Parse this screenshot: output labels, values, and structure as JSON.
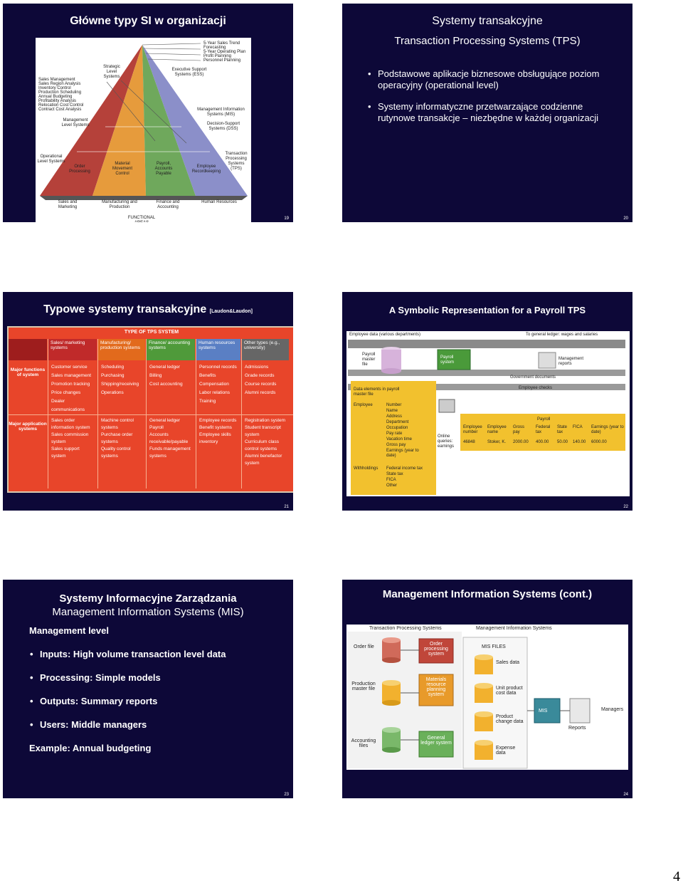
{
  "page_number": "4",
  "slides": {
    "s19": {
      "title": "Główne typy SI w organizacji",
      "number": "19",
      "pyramid": {
        "top_labels": [
          "5-Year Sales Trend",
          "Forecasting",
          "5-Year Operating Plan",
          "Profit Planning",
          "Personnel Planning"
        ],
        "ess": "Executive Support Systems (ESS)",
        "strategic": "Strategic Level Systems",
        "left_list": [
          "Sales Management",
          "Sales Region Analysis",
          "Inventory Control",
          "Production Scheduling",
          "Annual Budgeting",
          "Profitability Analysis",
          "Relocation Cost Control",
          "Contract Cost Analysis"
        ],
        "mis": "Management Information Systems (MIS)",
        "management": "Management Level Systems",
        "dss": "Decision-Support Systems (DSS)",
        "operational": "Operational Level Systems",
        "tps": "Transaction Processing Systems (TPS)",
        "bottom_cells": [
          "Order Processing",
          "Material Movement Control",
          "Payroll, Accounts Payable",
          "Employee Recordkeeping"
        ],
        "areas": [
          "Sales and Marketing",
          "Manufacturing and Production",
          "Finance and Accounting",
          "Human Resources"
        ],
        "functional": "FUNCTIONAL AREAS",
        "colors": {
          "red": "#b5413a",
          "orange": "#e69b3c",
          "green": "#6fa85c",
          "blue": "#8b8fc9"
        }
      }
    },
    "s20": {
      "title": "Systemy transakcyjne",
      "subtitle": "Transaction Processing Systems (TPS)",
      "bullets": [
        "Podstawowe aplikacje biznesowe obsługujące poziom operacyjny (operational level)",
        "Systemy informatyczne przetwarzające codzienne rutynowe transakcje – niezbędne w każdej organizacji"
      ],
      "number": "20"
    },
    "s21": {
      "title": "Typowe systemy transakcyjne",
      "citation": "[Laudon&Laudon]",
      "number": "21",
      "table": {
        "header": "TYPE OF TPS SYSTEM",
        "columns": [
          "Sales/ marketing systems",
          "Manufacturing/ production systems",
          "Finance/ accounting systems",
          "Human resources systems",
          "Other types (e.g., university)"
        ],
        "row1_label": "Major functions of system",
        "row1": [
          "Customer service\nSales management\nPromotion tracking\nPrice changes\nDealer\ncommunications",
          "Scheduling\nPurchasing\nShipping/receiving\nOperations",
          "General ledger\nBilling\nCost accounting",
          "Personnel records\nBenefits\nCompensation\nLabor relations\nTraining",
          "Admissions\nGrade records\nCourse records\nAlumni records"
        ],
        "row2_label": "Major application systems",
        "row2": [
          "Sales order\ninformation system\nSales commission\nsystem\nSales support\nsystem",
          "Machine control\nsystems\nPurchase order\nsystems\nQuality control\nsystems",
          "General ledger\nPayroll\nAccounts\nreceivable/payable\nFunds management\nsystems",
          "Employee records\nBenefit systems\nEmployee skills\ninventory",
          "Registration system\nStudent transcript\nsystem\nCurriculum class\ncontrol systems\nAlumni benefactor\nsystem"
        ]
      }
    },
    "s22": {
      "title": "A Symbolic Representation for a Payroll TPS",
      "number": "22",
      "diagram": {
        "employee_data": "Employee data (various departments)",
        "to_ledger": "To general ledger: wages and salaries",
        "master_file": "Payroll master file",
        "payroll_system": "Payroll system",
        "mgmt_reports": "Management reports",
        "gov_docs": "Government documents",
        "checks": "Employee checks",
        "data_elements": "Data elements in payroll master file",
        "employee": "Employee",
        "employee_fields": [
          "Number",
          "Name",
          "Address",
          "Department",
          "Occupation",
          "Pay rate",
          "Vacation time",
          "Gross pay",
          "Earnings (year to date)"
        ],
        "withholdings": "Withholdings",
        "withholding_fields": [
          "Federal income tax",
          "State tax",
          "FICA",
          "Other"
        ],
        "online": "Online queries: earnings",
        "record_title": "Payroll",
        "record_headers": [
          "Employee number",
          "Employee name",
          "Gross pay",
          "Federal tax",
          "State tax",
          "FICA",
          "Earnings (year to date)"
        ],
        "record_values": [
          "46848",
          "Stoker, K.",
          "2000.00",
          "400.00",
          "50.00",
          "140.00",
          "6000.00"
        ]
      }
    },
    "s23": {
      "title": "Systemy Informacyjne Zarządzania",
      "subtitle": "Management Information Systems (MIS)",
      "level": "Management level",
      "bullets": [
        "Inputs: High volume transaction level data",
        "Processing: Simple models",
        "Outputs: Summary reports",
        "Users: Middle managers"
      ],
      "example": "Example: Annual budgeting",
      "number": "23"
    },
    "s24": {
      "title": "Management Information Systems (cont.)",
      "number": "24",
      "diagram": {
        "tps_label": "Transaction Processing Systems",
        "mis_label": "Management Information Systems",
        "files": [
          "Order file",
          "Production master file",
          "Accounting files"
        ],
        "systems": [
          "Order processing system",
          "Materials resource planning system",
          "General ledger system"
        ],
        "mis_files_title": "MIS FILES",
        "mis_files": [
          "Sales data",
          "Unit product cost data",
          "Product change data",
          "Expense data"
        ],
        "mis": "MIS",
        "reports": "Reports",
        "managers": "Managers"
      }
    }
  }
}
